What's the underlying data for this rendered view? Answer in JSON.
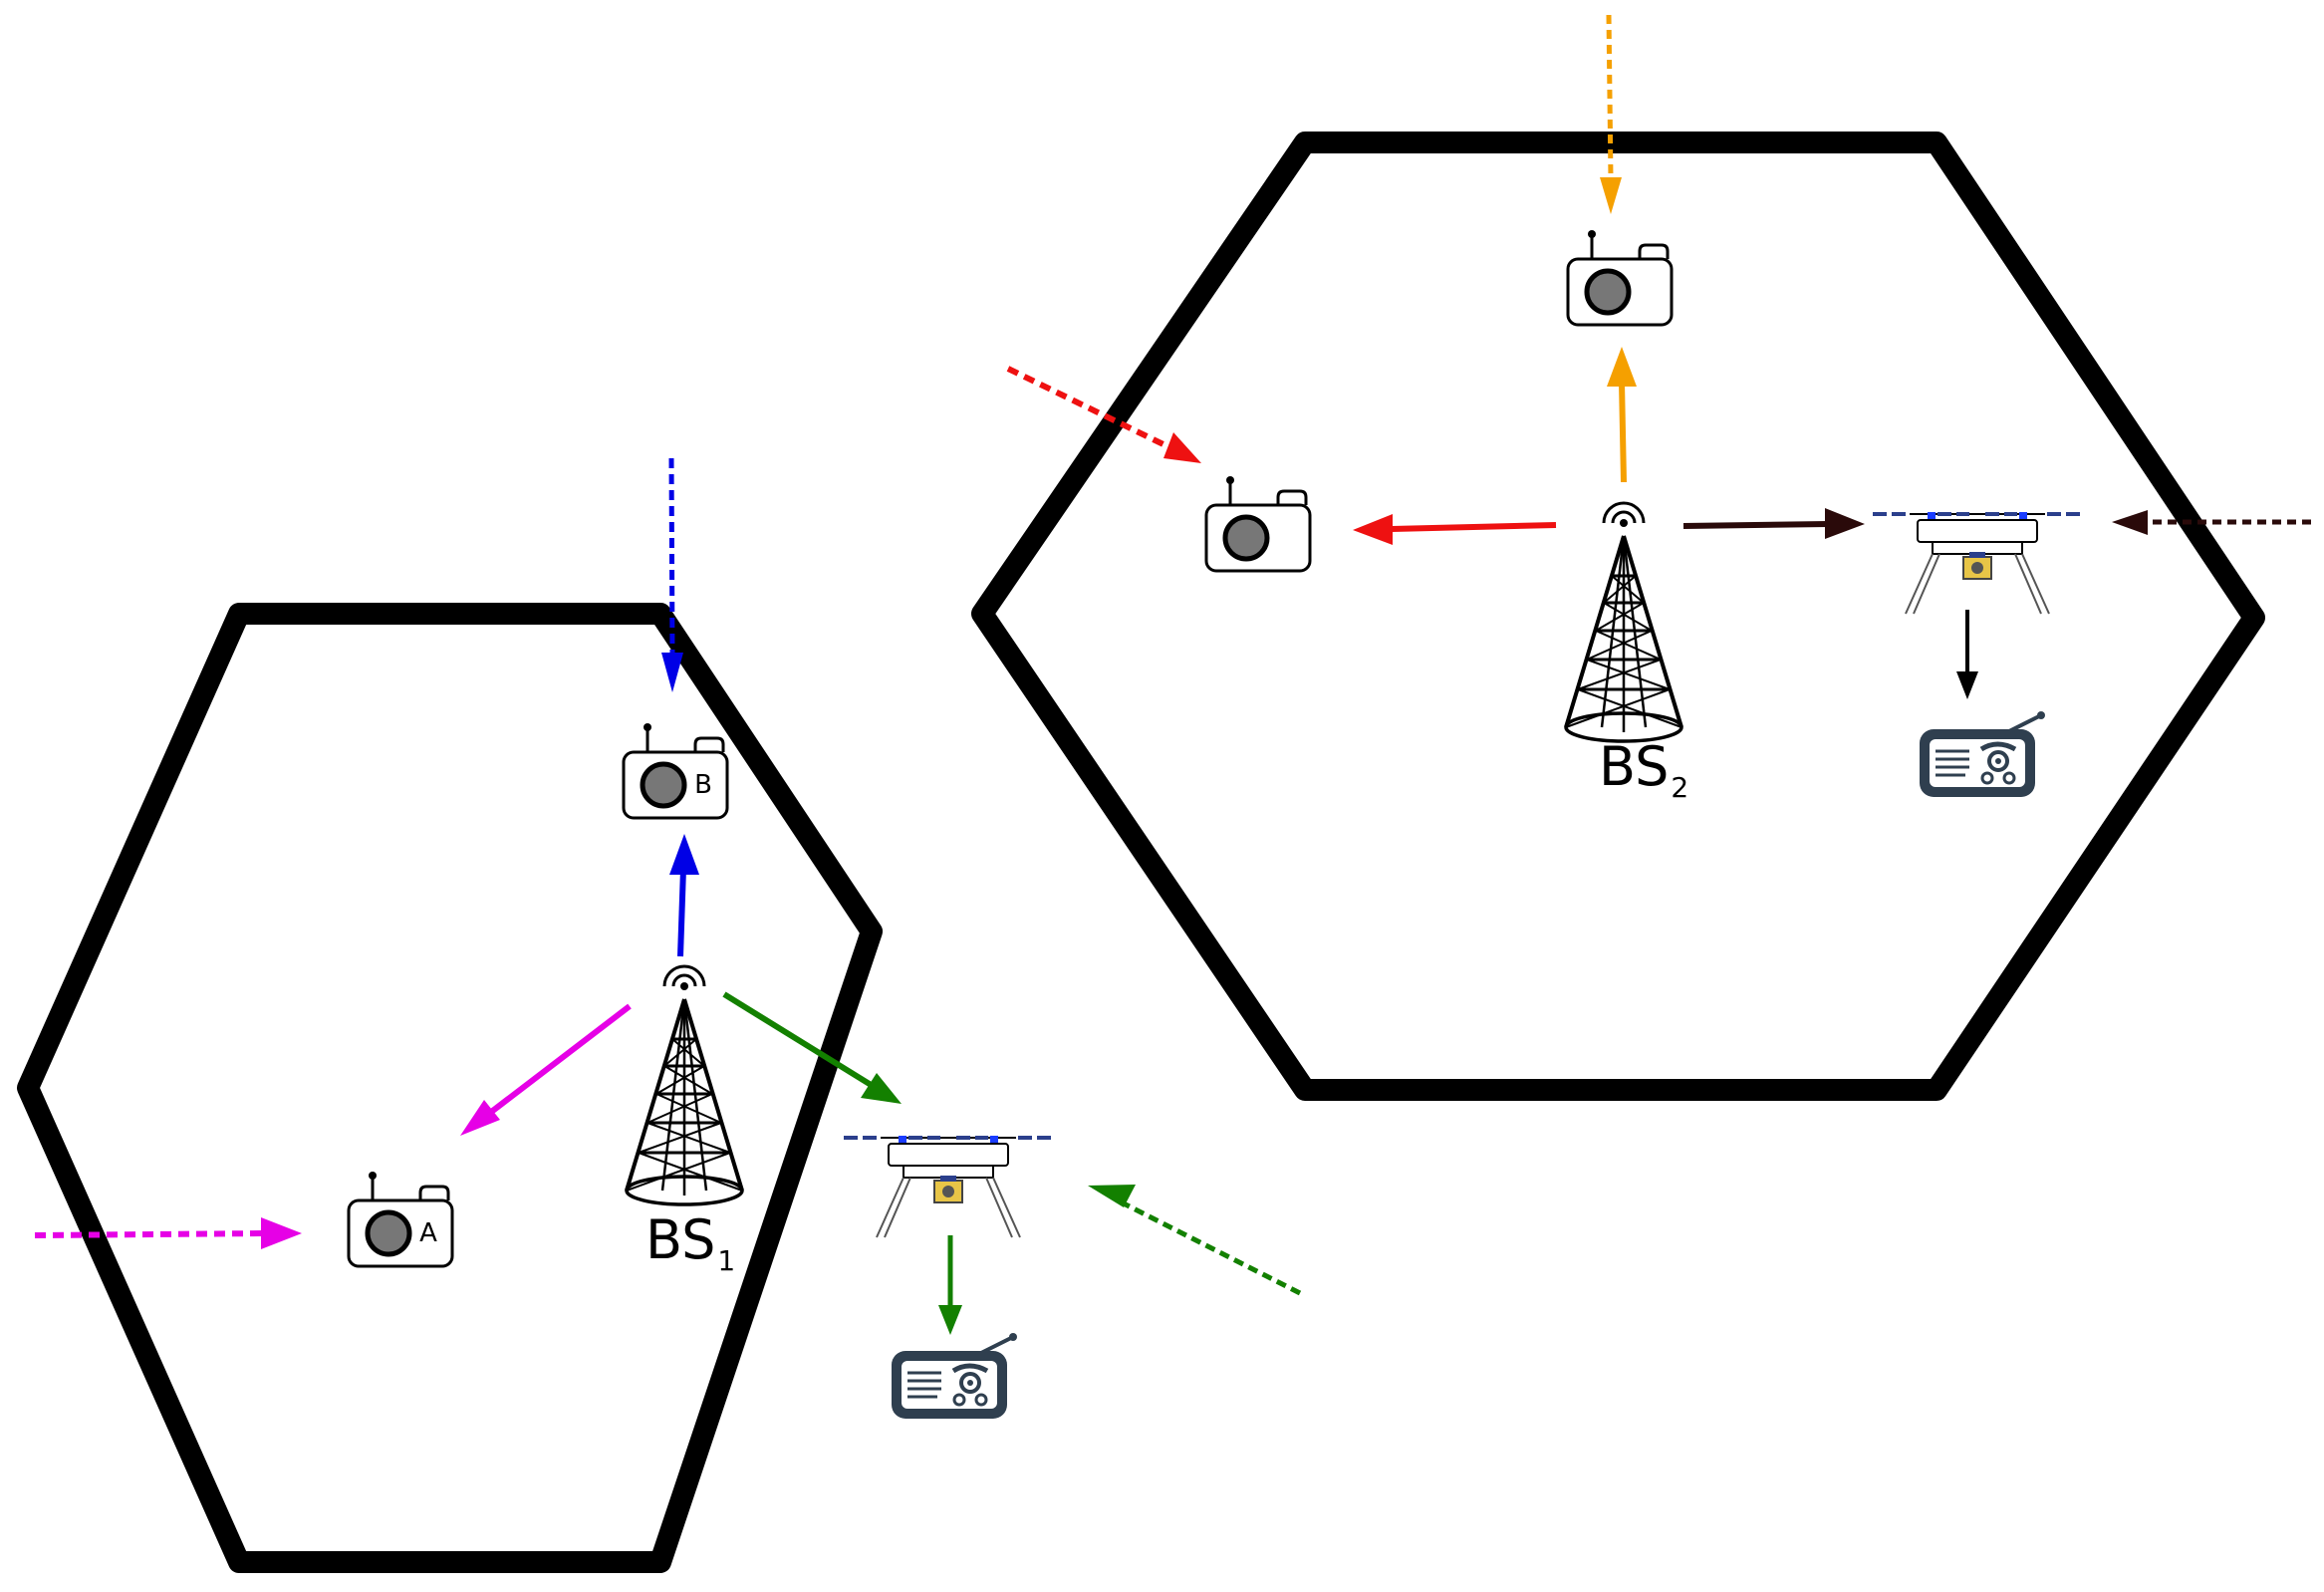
{
  "base_stations": [
    {
      "id": "bs1",
      "label": "BS",
      "subscript": "1"
    },
    {
      "id": "bs2",
      "label": "BS",
      "subscript": "2"
    }
  ],
  "device_letters": {
    "radio_a": "A",
    "radio_b": "B"
  },
  "colors": {
    "cell_border": "#000000",
    "magenta_link": "#e600e6",
    "blue_link": "#0000e6",
    "green_link": "#138000",
    "red_link": "#ee1111",
    "orange_link": "#f5a000",
    "dark_brown_link": "#2a0a0a",
    "black_link": "#000000",
    "uav_rotor": "#2b3f8c",
    "phone_body": "#2f3f4f"
  },
  "icons": [
    "cell-tower-icon",
    "radio-icon",
    "uav-drone-icon",
    "phone-icon"
  ]
}
